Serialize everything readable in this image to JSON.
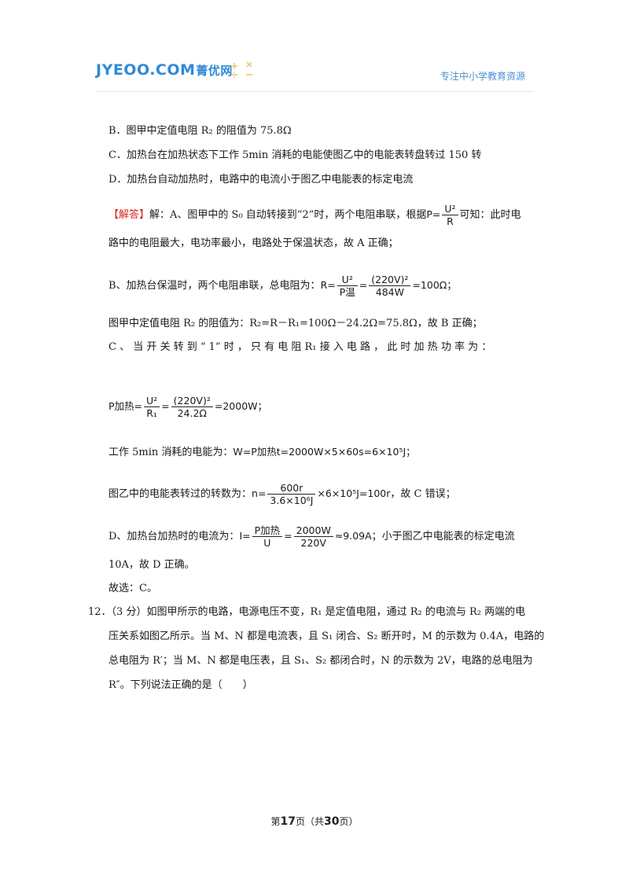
{
  "header": {
    "logo_text": "JYEOO.COM",
    "logo_cn": "菁优网",
    "slogan": "专注中小学教育资源"
  },
  "options": {
    "B": "B．图甲中定值电阻 R₂ 的阻值为 75.8Ω",
    "C": "C．加热台在加热状态下工作 5min 消耗的电能使图乙中的电能表转盘转过 150 转",
    "D": "D．加热台自动加热时，电路中的电流小于图乙中电能表的标定电流"
  },
  "solution": {
    "tag": "【解答】",
    "a_pre": "解：A、图甲中的 S₀ 自动转接到“2”时，两个电阻串联，根据",
    "a_formula_lhs": "P=",
    "a_formula_num": "U²",
    "a_formula_den": "R",
    "a_post": "可知：此时电",
    "a_line2": "路中的电阻最大，电功率最小，电路处于保温状态，故 A 正确；",
    "b_pre": "B、加热台保温时，两个电阻串联，总电阻为：",
    "b_lhs": "R=",
    "b_num1": "U²",
    "b_den1": "P温",
    "b_eq": "=",
    "b_num2": "(220V)²",
    "b_den2": "484W",
    "b_result": "=100Ω；",
    "b_line2": "图甲中定值电阻 R₂ 的阻值为：R₂=R－R₁=100Ω－24.2Ω=75.8Ω，故 B 正确；",
    "c_line1": "C 、 当 开 关 转 到 “ 1” 时 ， 只 有 电 阻 R₁ 接 入 电 路 ， 此 时 加 热 功 率 为 ：",
    "c_lhs": "P加热=",
    "c_num1": "U²",
    "c_den1": "R₁",
    "c_eq": "=",
    "c_num2": "(220V)²",
    "c_den2": "24.2Ω",
    "c_result": "=2000W；",
    "c_energy_pre": "工作 5min 消耗的电能为：",
    "c_energy": "W=P加热t=2000W×5×60s=6×10⁵J；",
    "c_turns_pre": "图乙中的电能表转过的转数为：",
    "c_turns_lhs": "n=",
    "c_turns_num": "600r",
    "c_turns_den": "3.6×10⁶J",
    "c_turns_post": "×6×10⁵J=100r",
    "c_turns_end": "，故 C 错误；",
    "d_pre": "D、加热台加热时的电流为：",
    "d_lhs": "I=",
    "d_num1": "P加热",
    "d_den1": "U",
    "d_eq": "=",
    "d_num2": "2000W",
    "d_den2": "220V",
    "d_result": "≈9.09A",
    "d_post": "；小于图乙中电能表的标定电流",
    "d_line2": "10A，故 D 正确。",
    "answer": "故选：C。"
  },
  "question12": {
    "line1": "12．（3 分）如图甲所示的电路，电源电压不变，R₁ 是定值电阻，通过 R₂ 的电流与 R₂ 两端的电",
    "line2": "压关系如图乙所示。当 M、N 都是电流表，且 S₁ 闭合、S₂ 断开时，M 的示数为 0.4A，电路的",
    "line3": "总电阻为 R′；当 M、N 都是电压表，且 S₁、S₂ 都闭合时，N 的示数为 2V，电路的总电阻为",
    "line4": "R″。下列说法正确的是（　　）"
  },
  "footer": {
    "pre": "第",
    "page": "17",
    "mid": "页（共",
    "total": "30",
    "post": "页）"
  },
  "colors": {
    "logo_blue": "#2f8ad8",
    "tag_red": "#d7261e"
  }
}
